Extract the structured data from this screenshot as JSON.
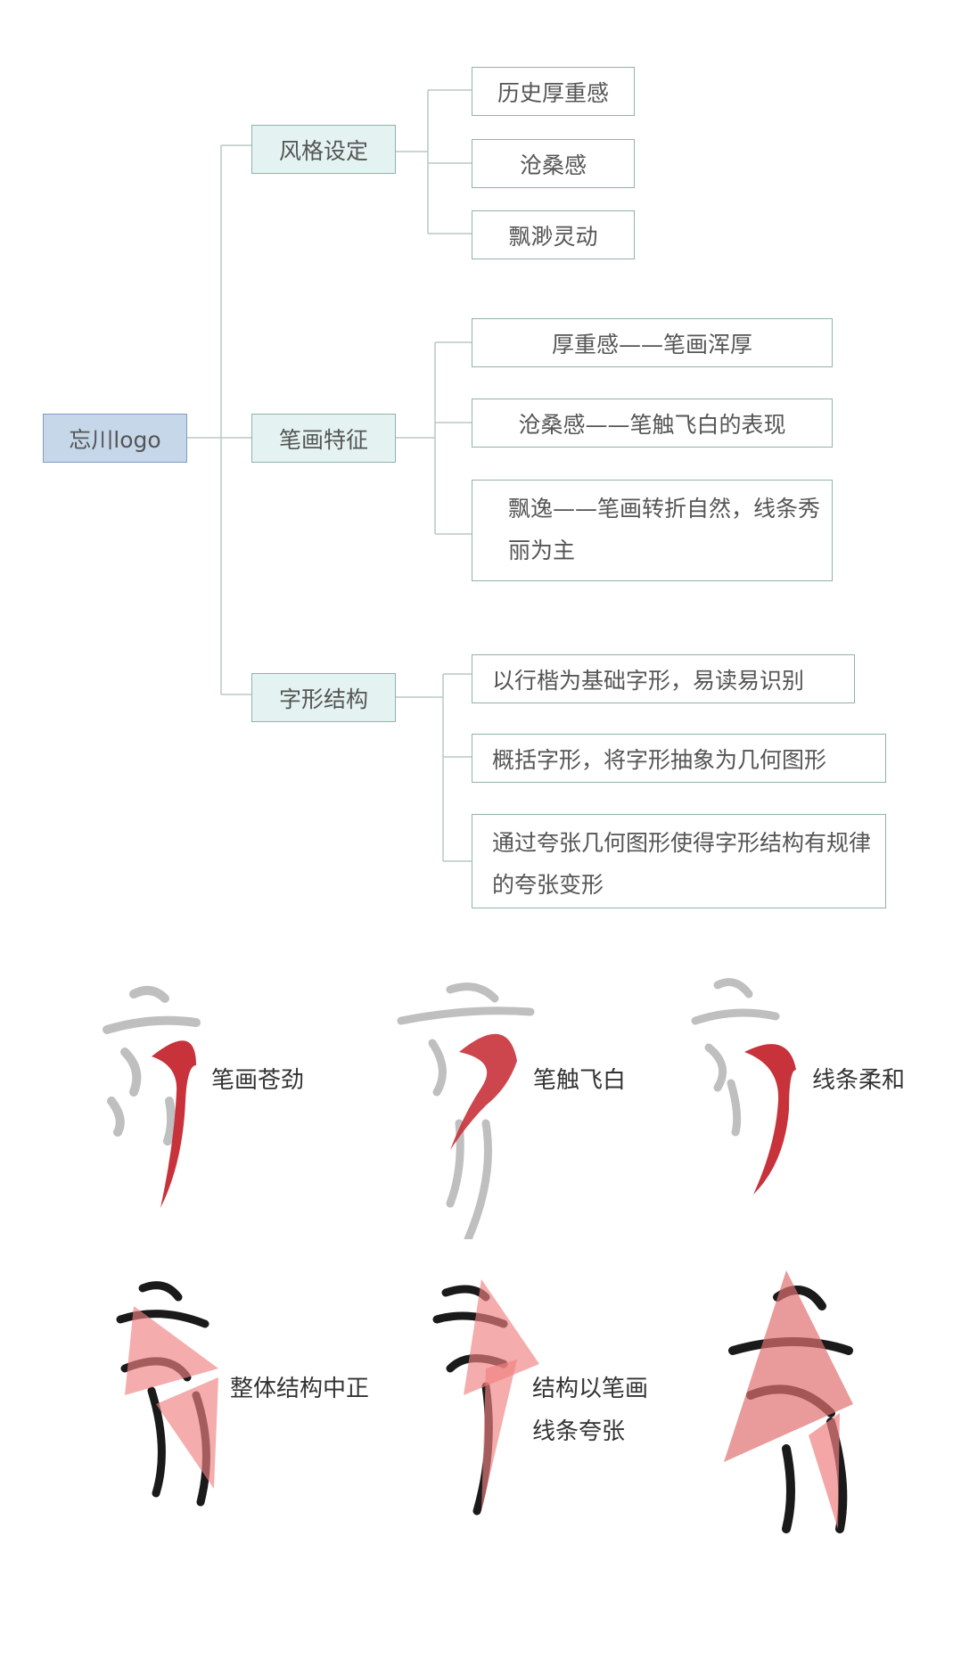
{
  "root": {
    "label": "忘川logo"
  },
  "branches": [
    {
      "label": "风格设定",
      "children": [
        "历史厚重感",
        "沧桑感",
        "飘渺灵动"
      ]
    },
    {
      "label": "笔画特征",
      "children": [
        "厚重感——笔画浑厚",
        "沧桑感——笔触飞白的表现",
        "飘逸——笔画转折自然，线条秀丽为主"
      ]
    },
    {
      "label": "字形结构",
      "children": [
        "以行楷为基础字形，易读易识别",
        "概括字形，将字形抽象为几何图形",
        "通过夸张几何图形使得字形结构有规律的夸张变形"
      ]
    }
  ],
  "samples": [
    {
      "caption": "笔画苍劲",
      "style": "ink"
    },
    {
      "caption": "笔触飞白",
      "style": "ink"
    },
    {
      "caption": "线条柔和",
      "style": "ink"
    },
    {
      "caption": "整体结构中正",
      "style": "geometry"
    },
    {
      "caption": "结构以笔画线条夸张",
      "style": "geometry"
    },
    {
      "caption": "",
      "style": "geometry"
    }
  ],
  "colors": {
    "root_fill": "#c6d7ea",
    "branch_fill": "#e4f3f1",
    "node_border": "#8fb3aa",
    "accent_red": "#c8323a",
    "overlay_pink": "#f08080"
  }
}
